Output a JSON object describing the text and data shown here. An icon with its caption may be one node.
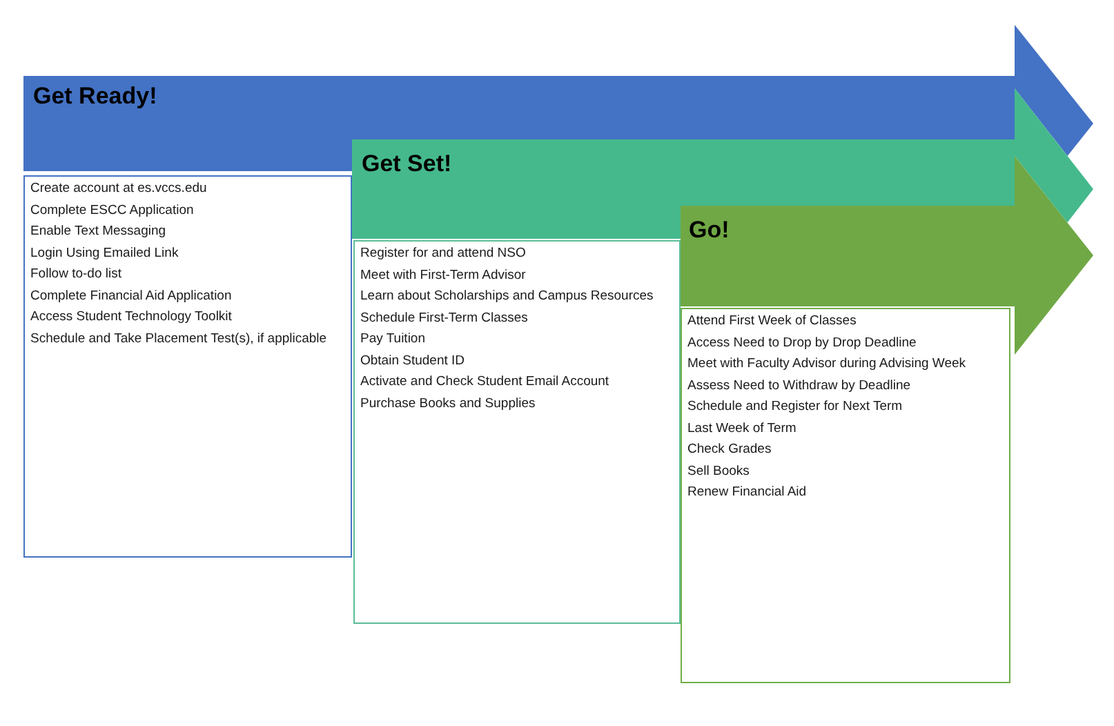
{
  "diagram": {
    "nodes": [
      {
        "text": [
          "Get Ready!"
        ]
      },
      {
        "text": [
          "Create account at es.vccs.edu",
          "Complete ESCC Application",
          "Enable Text Messaging",
          "Login Using Emailed Link",
          "Follow to-do list",
          "Complete Financial Aid Application",
          "Access Student Technology Toolkit",
          "Schedule and Take Placement Test(s), if applicable"
        ]
      },
      {
        "text": [
          "Get Set!"
        ]
      },
      {
        "text": [
          "Register for and attend NSO",
          "Meet with First-Term Advisor",
          "Learn about Scholarships and Campus Resources",
          "Schedule First-Term Classes",
          "Pay Tuition",
          "Obtain Student ID",
          "Activate and Check Student Email Account",
          "Purchase Books and Supplies"
        ]
      },
      {
        "text": [
          "Go!"
        ]
      },
      {
        "text": [
          "Attend First Week of Classes",
          "Access Need to Drop by Drop Deadline",
          "Meet with Faculty Advisor during Advising Week",
          "Assess Need to Withdraw by Deadline",
          "Schedule and Register for Next Term",
          "Last Week of Term",
          "Check Grades",
          "Sell Books",
          "Renew Financial Aid"
        ]
      }
    ]
  }
}
